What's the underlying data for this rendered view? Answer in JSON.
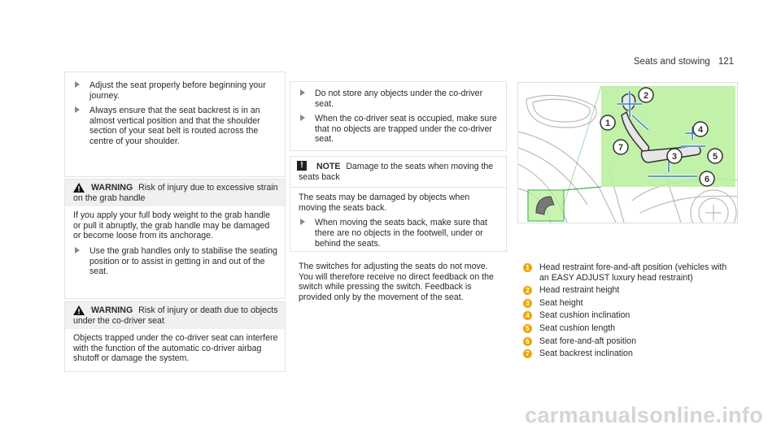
{
  "header": {
    "section": "Seats and stowing",
    "page": "121"
  },
  "col1": {
    "bullets": [
      "Adjust the seat properly before beginning your journey.",
      "Always ensure that the seat backrest is in an almost vertical position and that the shoulder section of your seat belt is routed across the centre of your shoulder."
    ],
    "warning1": {
      "label": "WARNING",
      "title": "Risk of injury due to excessive strain on the grab handle",
      "body": "If you apply your full body weight to the grab handle or pull it abruptly, the grab handle may be damaged or become loose from its anchorage.",
      "bullet": "Use the grab handles only to stabilise the seating position or to assist in getting in and out of the seat."
    },
    "warning2": {
      "label": "WARNING",
      "title": "Risk of injury or death due to objects under the co-driver seat",
      "body": "Objects trapped under the co-driver seat can interfere with the function of the automatic co-driver airbag shutoff or damage the system."
    }
  },
  "col2": {
    "bullets": [
      "Do not store any objects under the co-driver seat.",
      "When the co-driver seat is occupied, make sure that no objects are trapped under the co-driver seat."
    ],
    "note": {
      "label": "NOTE",
      "title": "Damage to the seats when moving the seats back",
      "body": "The seats may be damaged by objects when moving the seats back.",
      "bullet": "When moving the seats back, make sure that there are no objects in the footwell, under or behind the seats."
    },
    "para": "The switches for adjusting the seats do not move. You will therefore receive no direct feedback on the switch while pressing the switch. Feedback is provided only by the movement of the seat."
  },
  "figure": {
    "callouts": [
      "1",
      "2",
      "3",
      "4",
      "5",
      "6",
      "7"
    ]
  },
  "legend": [
    {
      "num": "1",
      "text": "Head restraint fore-and-aft position (vehicles with an EASY ADJUST luxury head restraint)"
    },
    {
      "num": "2",
      "text": "Head restraint height"
    },
    {
      "num": "3",
      "text": "Seat height"
    },
    {
      "num": "4",
      "text": "Seat cushion inclination"
    },
    {
      "num": "5",
      "text": "Seat cushion length"
    },
    {
      "num": "6",
      "text": "Seat fore-and-aft position"
    },
    {
      "num": "7",
      "text": "Seat backrest inclination"
    }
  ],
  "watermark": "carmanualsonline.info",
  "colors": {
    "highlight": "#b7ef9a",
    "callout": "#f0a500",
    "warning_bg": "#f0f0f0"
  }
}
